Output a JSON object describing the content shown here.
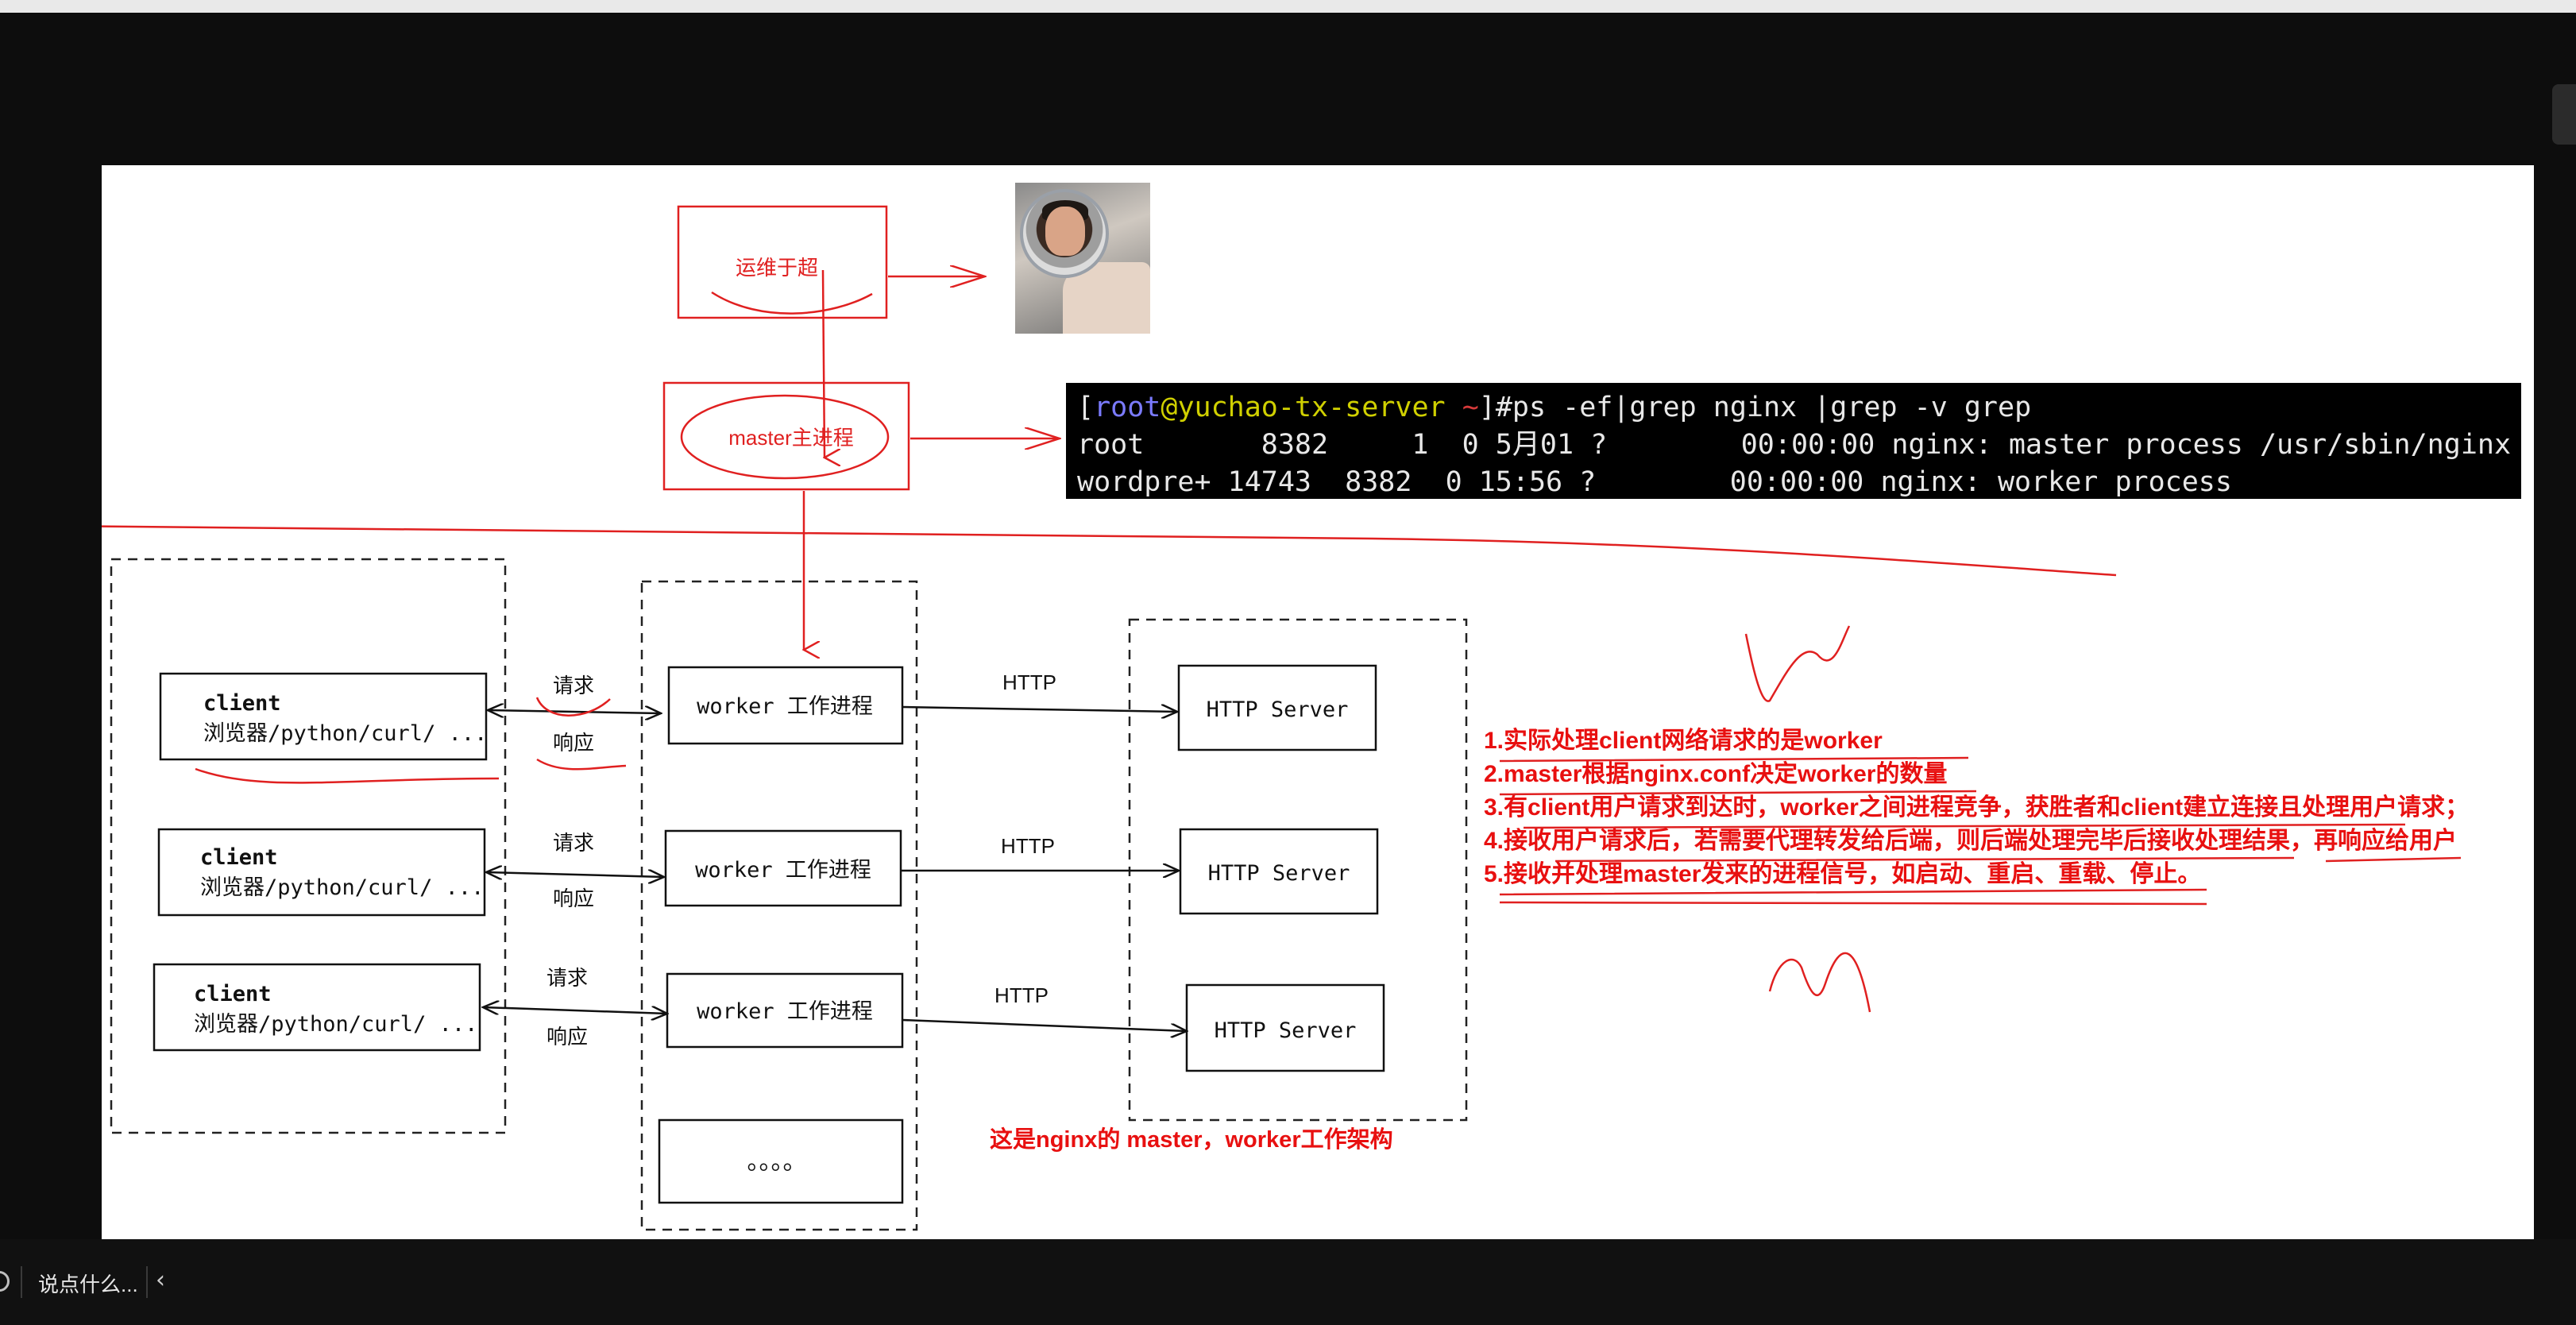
{
  "diagram": {
    "yunwei_label": "运维于超",
    "master_label": "master主进程",
    "clients": [
      {
        "title": "client",
        "subtitle": "浏览器/python/curl/ ..."
      },
      {
        "title": "client",
        "subtitle": "浏览器/python/curl/ ..."
      },
      {
        "title": "client",
        "subtitle": "浏览器/python/curl/ ..."
      }
    ],
    "request_label": "请求",
    "response_label": "响应",
    "workers": [
      "worker 工作进程",
      "worker 工作进程",
      "worker 工作进程"
    ],
    "worker_more": "。。。。",
    "http_label": "HTTP",
    "servers": [
      "HTTP Server",
      "HTTP Server",
      "HTTP Server"
    ],
    "caption": "这是nginx的 master，worker工作架构",
    "notes": [
      "1.实际处理client网络请求的是worker",
      "2.master根据nginx.conf决定worker的数量",
      "3.有client用户请求到达时，worker之间进程竞争，获胜者和client建立连接且处理用户请求；",
      "4.接收用户请求后，若需要代理转发给后端，则后端处理完毕后接收处理结果，再响应给用户",
      "5.接收并处理master发来的进程信号，如启动、重启、重载、停止。"
    ]
  },
  "terminal": {
    "bracket_open": "[",
    "user": "root",
    "at": "@",
    "host": "yuchao-tx-server",
    "tilde": "~",
    "command": "]#ps -ef|grep nginx |grep -v grep",
    "line2": "root       8382     1  0 5月01 ?        00:00:00 nginx: master process /usr/sbin/nginx",
    "line3": "wordpre+ 14743  8382  0 15:56 ?        00:00:00 nginx: worker process"
  },
  "bottom_bar": {
    "comment_placeholder": "说点什么..."
  },
  "colors": {
    "annotation_red": "#e02020",
    "note_red": "#e81010",
    "ink": "#111111"
  }
}
